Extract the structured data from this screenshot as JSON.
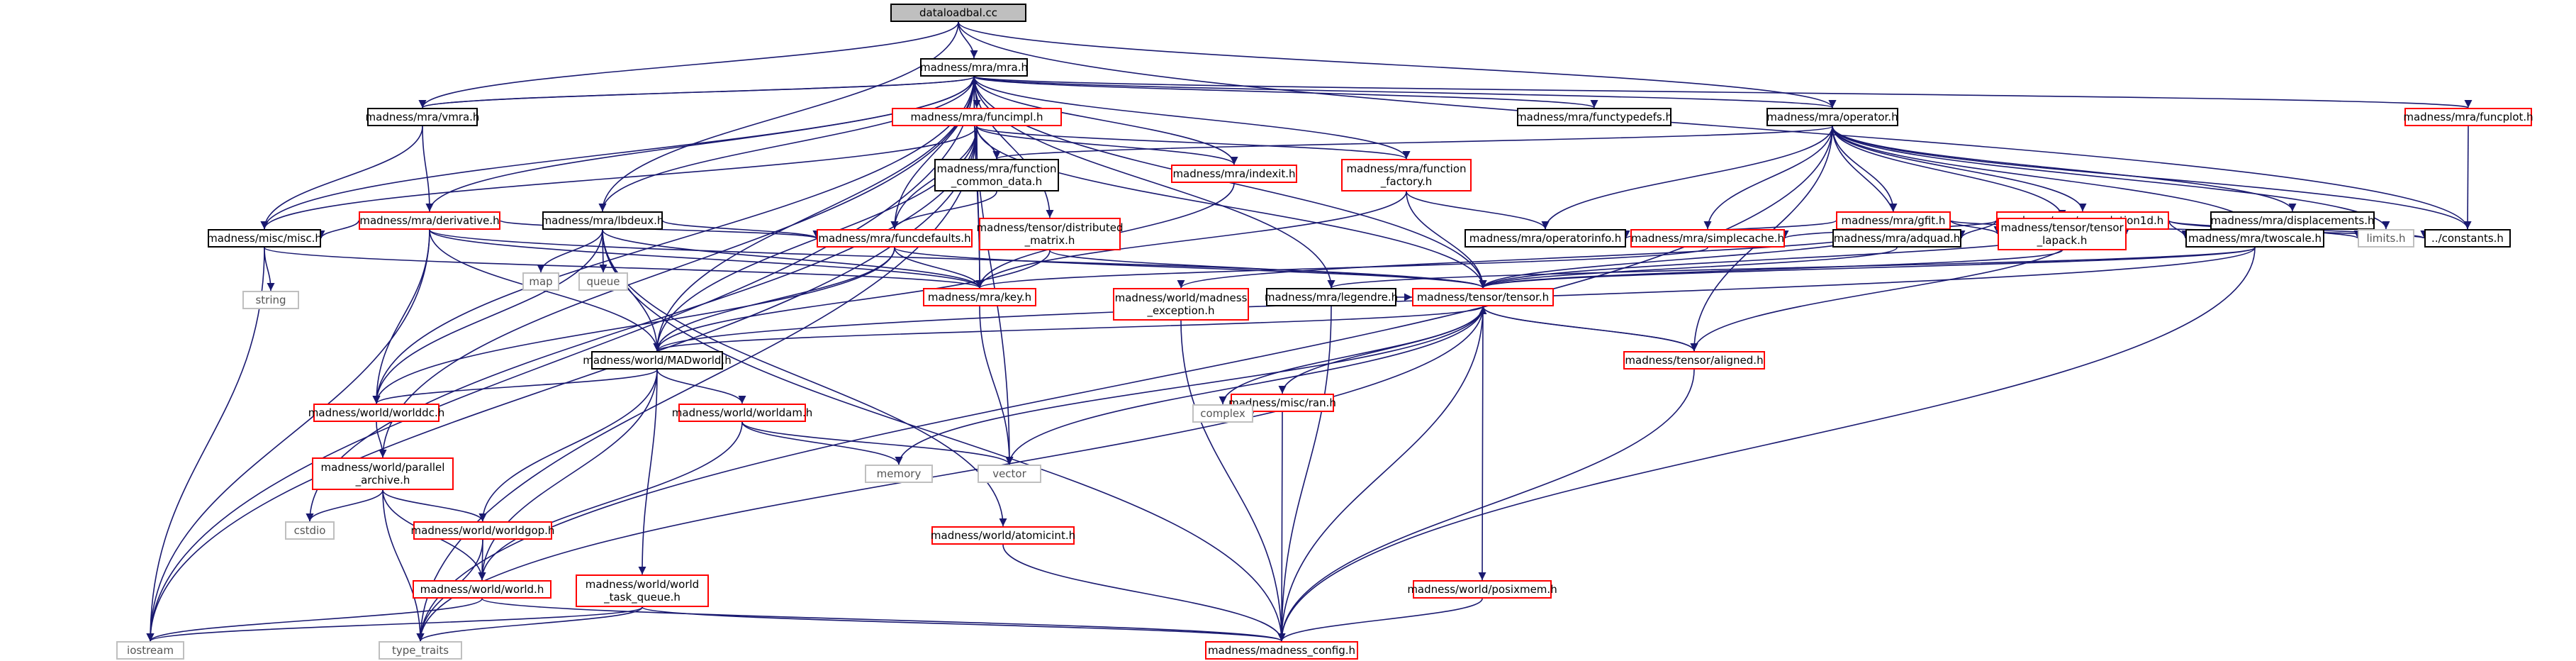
{
  "colors": {
    "edge_black": "#191970",
    "edge_red": "#ff0000",
    "border_black": "#000000",
    "border_red": "#ff0000",
    "border_grey": "#bfbfbf",
    "root_fill": "#bfbfbf"
  },
  "nodes": [
    {
      "id": "root",
      "label": "dataloadbal.cc",
      "style": "root"
    },
    {
      "id": "mra",
      "label": "madness/mra/mra.h",
      "style": "black"
    },
    {
      "id": "vmra",
      "label": "madness/mra/vmra.h",
      "style": "black"
    },
    {
      "id": "funcimpl",
      "label": "madness/mra/funcimpl.h",
      "style": "red"
    },
    {
      "id": "functypedefs",
      "label": "madness/mra/functypedefs.h",
      "style": "black"
    },
    {
      "id": "operator",
      "label": "madness/mra/operator.h",
      "style": "black"
    },
    {
      "id": "funcplot",
      "label": "madness/mra/funcplot.h",
      "style": "red"
    },
    {
      "id": "derivative",
      "label": "madness/mra/derivative.h",
      "style": "red"
    },
    {
      "id": "lbdeux",
      "label": "madness/mra/lbdeux.h",
      "style": "black"
    },
    {
      "id": "fcd",
      "label": "madness/mra/function\n_common_data.h",
      "style": "black"
    },
    {
      "id": "indexit",
      "label": "madness/mra/indexit.h",
      "style": "red"
    },
    {
      "id": "ffactory",
      "label": "madness/mra/function\n_factory.h",
      "style": "red"
    },
    {
      "id": "gfit",
      "label": "madness/mra/gfit.h",
      "style": "red"
    },
    {
      "id": "conv1d",
      "label": "madness/mra/convolution1d.h",
      "style": "red"
    },
    {
      "id": "displacements",
      "label": "madness/mra/displacements.h",
      "style": "black"
    },
    {
      "id": "misc",
      "label": "madness/misc/misc.h",
      "style": "black"
    },
    {
      "id": "funcdefaults",
      "label": "madness/mra/funcdefaults.h",
      "style": "red"
    },
    {
      "id": "distmatrix",
      "label": "madness/tensor/distributed\n_matrix.h",
      "style": "red"
    },
    {
      "id": "operatorinfo",
      "label": "madness/mra/operatorinfo.h",
      "style": "black"
    },
    {
      "id": "simplecache",
      "label": "madness/mra/simplecache.h",
      "style": "red"
    },
    {
      "id": "adquad",
      "label": "madness/mra/adquad.h",
      "style": "black"
    },
    {
      "id": "tlapack",
      "label": "madness/tensor/tensor\n_lapack.h",
      "style": "red"
    },
    {
      "id": "twoscale",
      "label": "madness/mra/twoscale.h",
      "style": "black"
    },
    {
      "id": "limits",
      "label": "limits.h",
      "style": "grey"
    },
    {
      "id": "constants",
      "label": "../constants.h",
      "style": "black"
    },
    {
      "id": "map",
      "label": "map",
      "style": "grey"
    },
    {
      "id": "queue",
      "label": "queue",
      "style": "grey"
    },
    {
      "id": "string",
      "label": "string",
      "style": "grey"
    },
    {
      "id": "key",
      "label": "madness/mra/key.h",
      "style": "red"
    },
    {
      "id": "mexception",
      "label": "madness/world/madness\n_exception.h",
      "style": "red"
    },
    {
      "id": "legendre",
      "label": "madness/mra/legendre.h",
      "style": "black"
    },
    {
      "id": "tensor",
      "label": "madness/tensor/tensor.h",
      "style": "red"
    },
    {
      "id": "madworld",
      "label": "madness/world/MADworld.h",
      "style": "black"
    },
    {
      "id": "ran",
      "label": "madness/misc/ran.h",
      "style": "red"
    },
    {
      "id": "aligned",
      "label": "madness/tensor/aligned.h",
      "style": "red"
    },
    {
      "id": "worlddc",
      "label": "madness/world/worlddc.h",
      "style": "red"
    },
    {
      "id": "worldam",
      "label": "madness/world/worldam.h",
      "style": "red"
    },
    {
      "id": "complex",
      "label": "complex",
      "style": "grey"
    },
    {
      "id": "memory",
      "label": "memory",
      "style": "grey"
    },
    {
      "id": "vector",
      "label": "vector",
      "style": "grey"
    },
    {
      "id": "parchive",
      "label": "madness/world/parallel\n_archive.h",
      "style": "red"
    },
    {
      "id": "worldgop",
      "label": "madness/world/worldgop.h",
      "style": "red"
    },
    {
      "id": "cstdio",
      "label": "cstdio",
      "style": "grey"
    },
    {
      "id": "atomicint",
      "label": "madness/world/atomicint.h",
      "style": "red"
    },
    {
      "id": "world",
      "label": "madness/world/world.h",
      "style": "red"
    },
    {
      "id": "wtq",
      "label": "madness/world/world\n_task_queue.h",
      "style": "red"
    },
    {
      "id": "posixmem",
      "label": "madness/world/posixmem.h",
      "style": "red"
    },
    {
      "id": "iostream",
      "label": "iostream",
      "style": "grey"
    },
    {
      "id": "typetraits",
      "label": "type_traits",
      "style": "grey"
    },
    {
      "id": "mconfig",
      "label": "madness/madness_config.h",
      "style": "red"
    }
  ],
  "edges": [
    [
      "root",
      "mra",
      "black"
    ],
    [
      "root",
      "operator",
      "black"
    ],
    [
      "root",
      "constants",
      "black"
    ],
    [
      "root",
      "lbdeux",
      "black"
    ],
    [
      "root",
      "vmra",
      "black"
    ],
    [
      "mra",
      "vmra",
      "black"
    ],
    [
      "mra",
      "funcimpl",
      "red"
    ],
    [
      "mra",
      "functypedefs",
      "black"
    ],
    [
      "mra",
      "operator",
      "black"
    ],
    [
      "mra",
      "funcplot",
      "red"
    ],
    [
      "mra",
      "derivative",
      "red"
    ],
    [
      "mra",
      "lbdeux",
      "black"
    ],
    [
      "mra",
      "indexit",
      "red"
    ],
    [
      "mra",
      "ffactory",
      "red"
    ],
    [
      "mra",
      "misc",
      "black"
    ],
    [
      "mra",
      "funcdefaults",
      "red"
    ],
    [
      "mra",
      "distmatrix",
      "red"
    ],
    [
      "mra",
      "key",
      "red"
    ],
    [
      "mra",
      "legendre",
      "black"
    ],
    [
      "mra",
      "tensor",
      "red"
    ],
    [
      "mra",
      "madworld",
      "black"
    ],
    [
      "mra",
      "worlddc",
      "red"
    ],
    [
      "mra",
      "parchive",
      "red"
    ],
    [
      "mra",
      "iostream",
      "black"
    ],
    [
      "mra",
      "vector",
      "black"
    ],
    [
      "vmra",
      "mra",
      "black"
    ],
    [
      "vmra",
      "derivative",
      "red"
    ],
    [
      "vmra",
      "misc",
      "black"
    ],
    [
      "funcimpl",
      "fcd",
      "black"
    ],
    [
      "funcimpl",
      "indexit",
      "red"
    ],
    [
      "funcimpl",
      "ffactory",
      "red"
    ],
    [
      "funcimpl",
      "funcdefaults",
      "red"
    ],
    [
      "funcimpl",
      "key",
      "red"
    ],
    [
      "funcimpl",
      "tensor",
      "red"
    ],
    [
      "funcimpl",
      "madworld",
      "black"
    ],
    [
      "funcimpl",
      "misc",
      "black"
    ],
    [
      "funcimpl",
      "cstdio",
      "black"
    ],
    [
      "funcimpl",
      "iostream",
      "black"
    ],
    [
      "funcimpl",
      "typetraits",
      "black"
    ],
    [
      "operator",
      "fcd",
      "black"
    ],
    [
      "operator",
      "gfit",
      "red"
    ],
    [
      "operator",
      "conv1d",
      "red"
    ],
    [
      "operator",
      "displacements",
      "black"
    ],
    [
      "operator",
      "operatorinfo",
      "black"
    ],
    [
      "operator",
      "simplecache",
      "red"
    ],
    [
      "operator",
      "adquad",
      "black"
    ],
    [
      "operator",
      "tlapack",
      "red"
    ],
    [
      "operator",
      "twoscale",
      "black"
    ],
    [
      "operator",
      "limits",
      "black"
    ],
    [
      "operator",
      "constants",
      "black"
    ],
    [
      "operator",
      "aligned",
      "red"
    ],
    [
      "operator",
      "typetraits",
      "black"
    ],
    [
      "funcplot",
      "constants",
      "black"
    ],
    [
      "derivative",
      "misc",
      "black"
    ],
    [
      "derivative",
      "funcdefaults",
      "red"
    ],
    [
      "derivative",
      "key",
      "red"
    ],
    [
      "derivative",
      "tensor",
      "red"
    ],
    [
      "derivative",
      "madworld",
      "black"
    ],
    [
      "derivative",
      "worlddc",
      "red"
    ],
    [
      "derivative",
      "iostream",
      "black"
    ],
    [
      "lbdeux",
      "map",
      "black"
    ],
    [
      "lbdeux",
      "queue",
      "black"
    ],
    [
      "lbdeux",
      "funcdefaults",
      "red"
    ],
    [
      "lbdeux",
      "key",
      "red"
    ],
    [
      "lbdeux",
      "worlddc",
      "red"
    ],
    [
      "lbdeux",
      "atomicint",
      "red"
    ],
    [
      "lbdeux",
      "mconfig",
      "red"
    ],
    [
      "lbdeux",
      "madworld",
      "black"
    ],
    [
      "fcd",
      "funcdefaults",
      "red"
    ],
    [
      "indexit",
      "key",
      "red"
    ],
    [
      "ffactory",
      "operatorinfo",
      "black"
    ],
    [
      "ffactory",
      "tensor",
      "red"
    ],
    [
      "ffactory",
      "key",
      "red"
    ],
    [
      "gfit",
      "tlapack",
      "red"
    ],
    [
      "gfit",
      "operatorinfo",
      "black"
    ],
    [
      "gfit",
      "tensor",
      "red"
    ],
    [
      "gfit",
      "mexception",
      "red"
    ],
    [
      "gfit",
      "constants",
      "black"
    ],
    [
      "conv1d",
      "tlapack",
      "red"
    ],
    [
      "conv1d",
      "simplecache",
      "red"
    ],
    [
      "conv1d",
      "adquad",
      "black"
    ],
    [
      "conv1d",
      "twoscale",
      "black"
    ],
    [
      "conv1d",
      "limits",
      "black"
    ],
    [
      "conv1d",
      "constants",
      "black"
    ],
    [
      "conv1d",
      "aligned",
      "red"
    ],
    [
      "conv1d",
      "tensor",
      "red"
    ],
    [
      "misc",
      "string",
      "black"
    ],
    [
      "misc",
      "key",
      "red"
    ],
    [
      "misc",
      "iostream",
      "black"
    ],
    [
      "funcdefaults",
      "key",
      "red"
    ],
    [
      "funcdefaults",
      "tensor",
      "red"
    ],
    [
      "funcdefaults",
      "madworld",
      "black"
    ],
    [
      "funcdefaults",
      "worlddc",
      "red"
    ],
    [
      "distmatrix",
      "madworld",
      "black"
    ],
    [
      "distmatrix",
      "tensor",
      "red"
    ],
    [
      "simplecache",
      "key",
      "red"
    ],
    [
      "adquad",
      "tensor",
      "red"
    ],
    [
      "tlapack",
      "tensor",
      "red"
    ],
    [
      "twoscale",
      "legendre",
      "black"
    ],
    [
      "twoscale",
      "tensor",
      "red"
    ],
    [
      "twoscale",
      "madworld",
      "black"
    ],
    [
      "twoscale",
      "mconfig",
      "red"
    ],
    [
      "key",
      "vector",
      "black"
    ],
    [
      "mexception",
      "mconfig",
      "red"
    ],
    [
      "legendre",
      "tensor",
      "red"
    ],
    [
      "legendre",
      "mconfig",
      "red"
    ],
    [
      "tensor",
      "madworld",
      "black"
    ],
    [
      "tensor",
      "ran",
      "red"
    ],
    [
      "tensor",
      "aligned",
      "red"
    ],
    [
      "tensor",
      "complex",
      "black"
    ],
    [
      "tensor",
      "memory",
      "black"
    ],
    [
      "tensor",
      "vector",
      "black"
    ],
    [
      "tensor",
      "posixmem",
      "red"
    ],
    [
      "tensor",
      "mconfig",
      "red"
    ],
    [
      "tensor",
      "typetraits",
      "black"
    ],
    [
      "aligned",
      "tensor",
      "red"
    ],
    [
      "aligned",
      "mconfig",
      "red"
    ],
    [
      "ran",
      "complex",
      "black"
    ],
    [
      "ran",
      "mconfig",
      "red"
    ],
    [
      "madworld",
      "worlddc",
      "red"
    ],
    [
      "madworld",
      "worldam",
      "red"
    ],
    [
      "madworld",
      "worldgop",
      "red"
    ],
    [
      "madworld",
      "world",
      "red"
    ],
    [
      "madworld",
      "wtq",
      "red"
    ],
    [
      "worlddc",
      "parchive",
      "red"
    ],
    [
      "worldam",
      "memory",
      "black"
    ],
    [
      "worldam",
      "vector",
      "black"
    ],
    [
      "worldam",
      "world",
      "red"
    ],
    [
      "parchive",
      "worldgop",
      "red"
    ],
    [
      "parchive",
      "world",
      "red"
    ],
    [
      "parchive",
      "cstdio",
      "black"
    ],
    [
      "parchive",
      "typetraits",
      "black"
    ],
    [
      "worldgop",
      "world",
      "red"
    ],
    [
      "worldgop",
      "typetraits",
      "black"
    ],
    [
      "atomicint",
      "mconfig",
      "red"
    ],
    [
      "world",
      "iostream",
      "black"
    ],
    [
      "world",
      "mconfig",
      "red"
    ],
    [
      "wtq",
      "iostream",
      "black"
    ],
    [
      "wtq",
      "typetraits",
      "black"
    ],
    [
      "wtq",
      "mconfig",
      "red"
    ],
    [
      "posixmem",
      "mconfig",
      "red"
    ]
  ]
}
